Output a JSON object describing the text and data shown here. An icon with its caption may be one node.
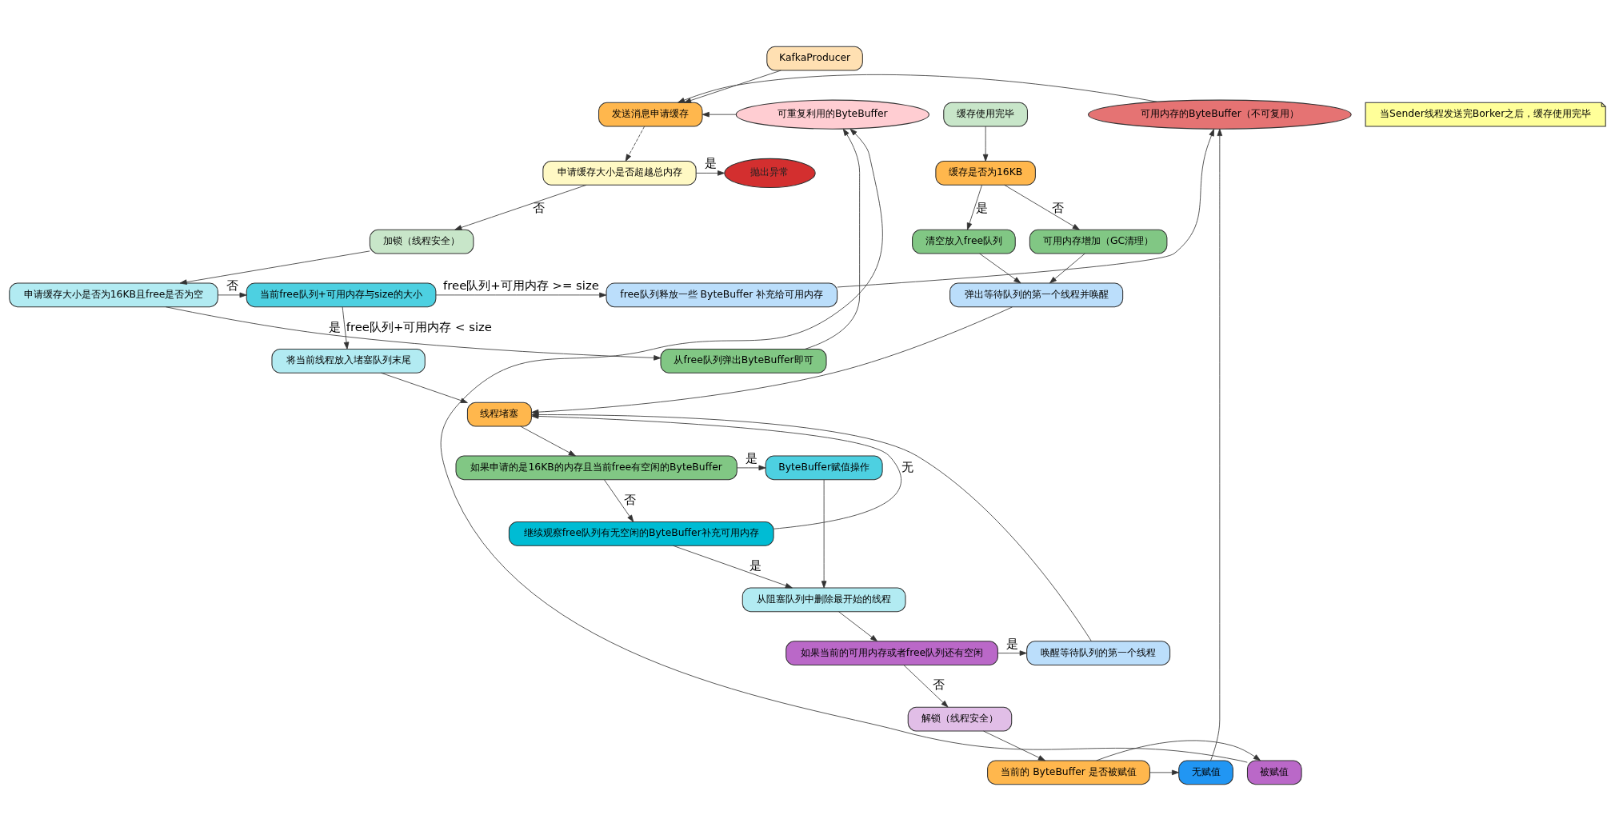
{
  "diagram": {
    "nodes": [
      {
        "text": [
          "KafkaProducer"
        ]
      },
      {
        "text": [
          "发送消息申请缓存"
        ]
      },
      {
        "text": [
          "可重复利用的ByteBuffer"
        ]
      },
      {
        "text": [
          "可用内存的ByteBuffer（不可复用）"
        ]
      },
      {
        "text": [
          "申请缓存大小是否超越总内存"
        ]
      },
      {
        "text": [
          "抛出异常"
        ]
      },
      {
        "text": [
          "加锁（线程安全）"
        ]
      },
      {
        "text": [
          "申请缓存大小是否为16KB且free是否为空"
        ]
      },
      {
        "text": [
          "从free队列弹出ByteBuffer即可"
        ]
      },
      {
        "text": [
          "当前free队列+可用内存与size的大小"
        ]
      },
      {
        "text": [
          "free队列释放一些 ByteBuffer 补充给可用内存"
        ]
      },
      {
        "text": [
          "将当前线程放入堵塞队列末尾"
        ]
      },
      {
        "text": [
          "线程堵塞"
        ]
      },
      {
        "text": [
          "如果申请的是16KB的内存且当前free有空闲的ByteBuffer"
        ]
      },
      {
        "text": [
          "ByteBuffer赋值操作"
        ]
      },
      {
        "text": [
          "继续观察free队列有无空闲的ByteBuffer补充可用内存"
        ]
      },
      {
        "text": [
          "从阻塞队列中删除最开始的线程"
        ]
      },
      {
        "text": [
          "如果当前的可用内存或者free队列还有空闲"
        ]
      },
      {
        "text": [
          "唤醒等待队列的第一个线程"
        ]
      },
      {
        "text": [
          "解锁（线程安全）"
        ]
      },
      {
        "text": [
          "当前的 ByteBuffer 是否被赋值"
        ]
      },
      {
        "text": [
          "被赋值"
        ]
      },
      {
        "text": [
          "无赋值"
        ]
      },
      {
        "text": [
          "缓存使用完毕"
        ]
      },
      {
        "text": [
          "缓存是否为16KB"
        ]
      },
      {
        "text": [
          "清空放入free队列"
        ]
      },
      {
        "text": [
          "可用内存增加（GC清理）"
        ]
      },
      {
        "text": [
          "弹出等待队列的第一个线程并唤醒"
        ]
      },
      {
        "text": [
          "当Sender线程发送完Borker之后，缓存使用完毕"
        ]
      }
    ],
    "edges": [
      {
        "from": 0,
        "to": 1,
        "arrow": "to"
      },
      {
        "from": 2,
        "to": 1,
        "arrow": "to"
      },
      {
        "from": 3,
        "to": 1,
        "arrow": "to"
      },
      {
        "from": 1,
        "to": 4,
        "arrow": "to",
        "style": "dashed"
      },
      {
        "from": 4,
        "to": 5,
        "arrow": "to",
        "label": "是"
      },
      {
        "from": 4,
        "to": 6,
        "arrow": "to",
        "label": "否"
      },
      {
        "from": 6,
        "to": 7,
        "arrow": "to"
      },
      {
        "from": 7,
        "to": 9,
        "arrow": "to",
        "label": "否"
      },
      {
        "from": 7,
        "to": 8,
        "arrow": "to",
        "label": "是"
      },
      {
        "from": 8,
        "to": 2,
        "arrow": "to"
      },
      {
        "from": 9,
        "to": 10,
        "arrow": "to",
        "label": "free队列+可用内存 >= size"
      },
      {
        "from": 9,
        "to": 11,
        "arrow": "to",
        "label": "free队列+可用内存 < size"
      },
      {
        "from": 10,
        "to": 3,
        "arrow": "to"
      },
      {
        "from": 11,
        "to": 12,
        "arrow": "to"
      },
      {
        "from": 12,
        "to": 13,
        "arrow": "to"
      },
      {
        "from": 13,
        "to": 14,
        "arrow": "to",
        "label": "是"
      },
      {
        "from": 13,
        "to": 15,
        "arrow": "to",
        "label": "否"
      },
      {
        "from": 15,
        "to": 12,
        "arrow": "to",
        "label": "无"
      },
      {
        "from": 15,
        "to": 16,
        "arrow": "to",
        "label": "是"
      },
      {
        "from": 14,
        "to": 16,
        "arrow": "to"
      },
      {
        "from": 16,
        "to": 17,
        "arrow": "to"
      },
      {
        "from": 17,
        "to": 18,
        "arrow": "to",
        "label": "是"
      },
      {
        "from": 18,
        "to": 12,
        "arrow": "to"
      },
      {
        "from": 17,
        "to": 19,
        "arrow": "to",
        "label": "否"
      },
      {
        "from": 19,
        "to": 20,
        "arrow": "to"
      },
      {
        "from": 20,
        "to": 21,
        "arrow": "to"
      },
      {
        "from": 20,
        "to": 22,
        "arrow": "to"
      },
      {
        "from": 21,
        "to": 2,
        "arrow": "to"
      },
      {
        "from": 22,
        "to": 3,
        "arrow": "to"
      },
      {
        "from": 23,
        "to": 24,
        "arrow": "to"
      },
      {
        "from": 24,
        "to": 25,
        "arrow": "to",
        "label": "是"
      },
      {
        "from": 24,
        "to": 26,
        "arrow": "to",
        "label": "否"
      },
      {
        "from": 25,
        "to": 27,
        "arrow": "to"
      },
      {
        "from": 26,
        "to": 27,
        "arrow": "to"
      },
      {
        "from": 27,
        "to": 12,
        "arrow": "to"
      }
    ]
  }
}
